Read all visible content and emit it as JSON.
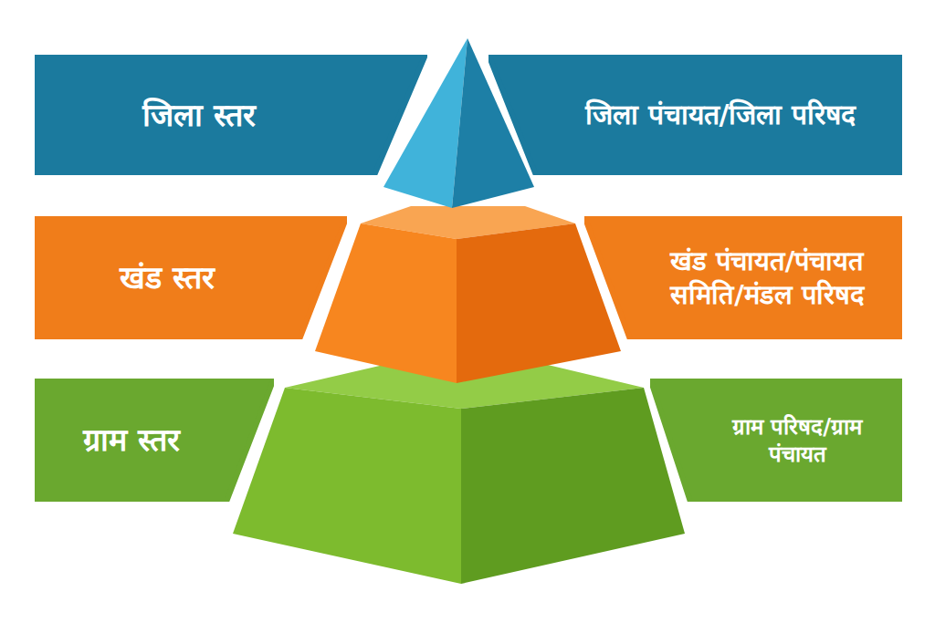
{
  "diagram": {
    "nodes": [
      {
        "text": [
          "जिला स्तर"
        ]
      },
      {
        "text": [
          "जिला पंचायत/जिला परिषद"
        ]
      },
      {
        "text": [
          "खंड स्तर"
        ]
      },
      {
        "text": [
          "खंड पंचायत/पंचायत समिति/मंडल परिषद"
        ]
      },
      {
        "text": [
          "ग्राम स्तर"
        ]
      },
      {
        "text": [
          "ग्राम परिषद/ग्राम पंचायत"
        ]
      }
    ]
  }
}
